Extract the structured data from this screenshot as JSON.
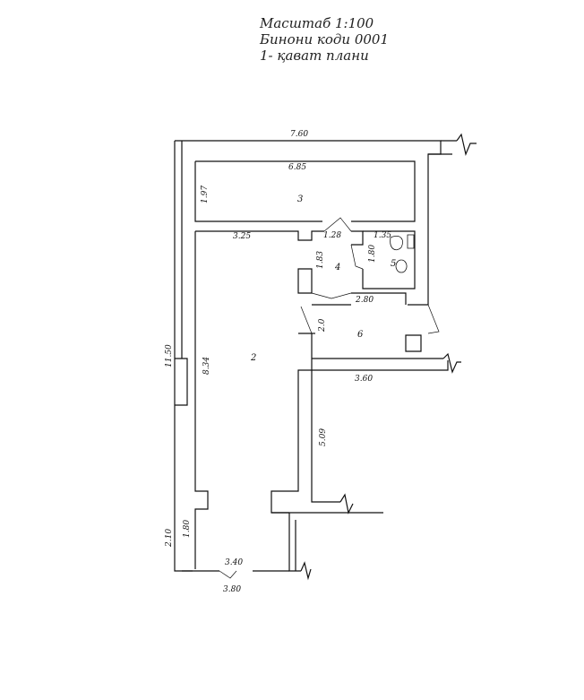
{
  "header": {
    "scale_line": "Масштаб  1:100",
    "building_code_line": "Бинони коди  0001",
    "floor_line": "1- қават плани"
  },
  "dimensions": {
    "top_overall": "7.60",
    "room3_length": "6.85",
    "room3_width": "1.97",
    "room2_top": "3.25",
    "left_overall": "11.50",
    "room2_height": "8.34",
    "room4_top": "1.28",
    "room4_height": "1.83",
    "room5_top": "1.35",
    "room5_height": "1.80",
    "room6_top": "2.80",
    "corridor_width": "2.0",
    "room6_bottom": "3.60",
    "corridor_height": "5.09",
    "entrance_left_outer": "2.10",
    "entrance_left_inner": "1.80",
    "entrance_inner_width": "3.40",
    "entrance_outer_width": "3.80"
  },
  "rooms": {
    "r2": "2",
    "r3": "3",
    "r4": "4",
    "r5": "5",
    "r6": "6"
  }
}
